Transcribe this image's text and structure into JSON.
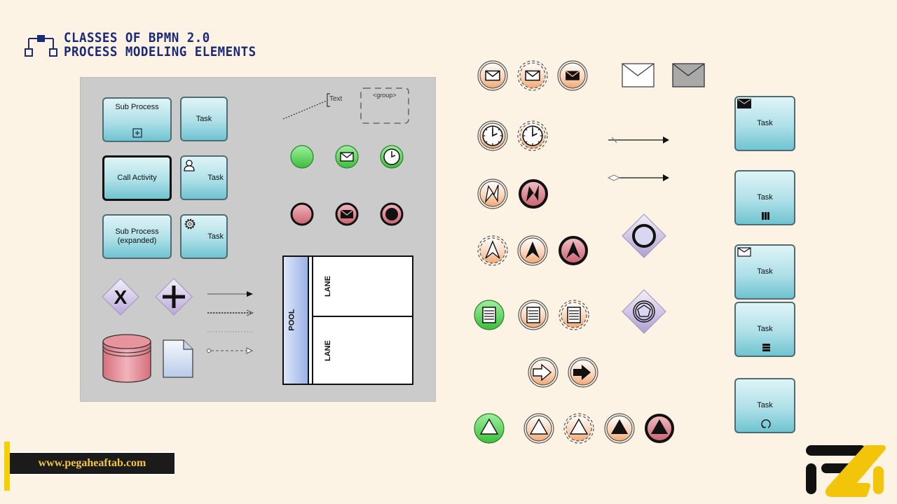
{
  "title": {
    "line1": "CLASSES OF BPMN 2.0",
    "line2": "PROCESS MODELING ELEMENTS",
    "color": "#1b2a78"
  },
  "panel": {
    "activities": [
      {
        "id": "subprocess-collapsed",
        "label": "Sub Process",
        "marker": "plus-marker"
      },
      {
        "id": "task-plain",
        "label": "Task"
      },
      {
        "id": "call-activity",
        "label": "Call Activity"
      },
      {
        "id": "user-task",
        "label": "Task",
        "icon": "user-icon"
      },
      {
        "id": "subprocess-expanded",
        "label": "Sub Process\n(expanded)",
        "label_l1": "Sub Process",
        "label_l2": "(expanded)"
      },
      {
        "id": "service-task",
        "label": "Task",
        "icon": "gear-icon"
      }
    ],
    "annotation": {
      "label": "Text"
    },
    "group": {
      "label": "<group>"
    },
    "start_events": [
      "none-start-event",
      "message-start-event",
      "timer-start-event"
    ],
    "end_events": [
      "none-end-event",
      "message-end-event",
      "terminate-end-event"
    ],
    "gateways": [
      "exclusive-gateway",
      "parallel-gateway"
    ],
    "flows": [
      "sequence-flow",
      "conditional-flow",
      "association",
      "message-flow"
    ],
    "data": [
      "data-store",
      "data-object"
    ],
    "pool": {
      "label": "POOL",
      "lanes": [
        "LANE",
        "LANE"
      ]
    }
  },
  "right": {
    "event_rows": [
      {
        "type": "message",
        "variants": [
          "catch-interrupting",
          "catch-non-interrupting",
          "throw"
        ]
      },
      {
        "type": "timer",
        "variants": [
          "catch-interrupting",
          "catch-non-interrupting"
        ]
      },
      {
        "type": "error",
        "variants": [
          "catch-interrupting",
          "end"
        ]
      },
      {
        "type": "escalation",
        "variants": [
          "catch-non-interrupting",
          "throw",
          "end"
        ]
      },
      {
        "type": "conditional",
        "variants": [
          "start",
          "catch-interrupting",
          "catch-non-interrupting"
        ]
      },
      {
        "type": "link",
        "variants": [
          "catch",
          "throw"
        ]
      },
      {
        "type": "signal",
        "variants": [
          "start",
          "catch-interrupting",
          "catch-non-interrupting",
          "throw",
          "end"
        ]
      }
    ],
    "messages": [
      "message-white",
      "message-gray"
    ],
    "flows": [
      "default-flow",
      "conditional-sequence-flow"
    ],
    "gateways": [
      "event-based-gateway",
      "exclusive-event-based-gateway"
    ],
    "tasks": [
      {
        "id": "send-task",
        "label": "Task",
        "marker": "filled-envelope-icon"
      },
      {
        "id": "multi-instance-parallel",
        "label": "Task",
        "marker": "parallel-mi-marker"
      },
      {
        "id": "receive-task",
        "label": "Task",
        "marker": "envelope-icon"
      },
      {
        "id": "multi-instance-sequential",
        "label": "Task",
        "marker": "sequential-mi-marker"
      },
      {
        "id": "loop-task",
        "label": "Task",
        "marker": "loop-icon"
      }
    ]
  },
  "footer": {
    "website": "www.pegaheaftab.com",
    "accent": "#f5d000"
  }
}
